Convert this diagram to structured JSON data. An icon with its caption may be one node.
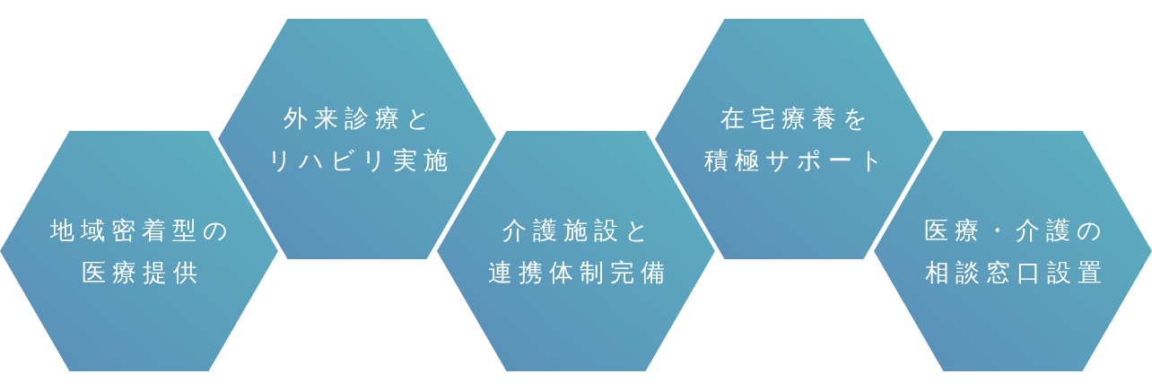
{
  "diagram": {
    "nodes": [
      {
        "text": [
          "地域密着型の医療提供"
        ]
      },
      {
        "text": [
          "外来診療とリハビリ実施"
        ]
      },
      {
        "text": [
          "介護施設と連携体制完備"
        ]
      },
      {
        "text": [
          "在宅療養を積極サポート"
        ]
      },
      {
        "text": [
          "医療・介護の相談窓口設置"
        ]
      }
    ]
  }
}
